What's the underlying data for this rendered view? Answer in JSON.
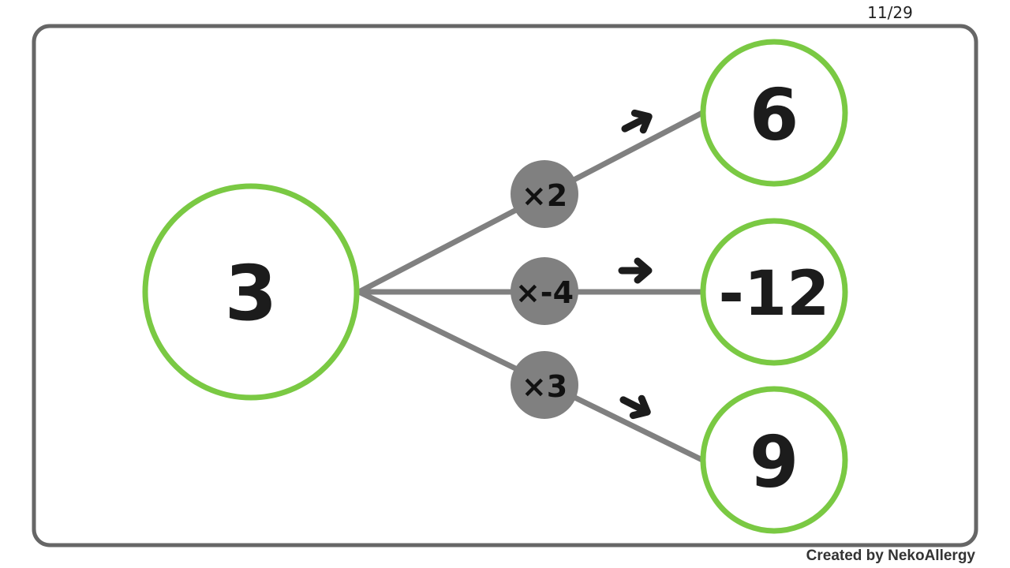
{
  "page_counter": "11/29",
  "credit": "Created by NekoAllergy",
  "colors": {
    "node_ring": "#7ac943",
    "connector": "#808080",
    "operator_bubble": "#808080",
    "frame": "#666666",
    "text": "#1c1c1c"
  },
  "source_node": {
    "value": "3"
  },
  "branches": [
    {
      "operator": "×2",
      "result": "6",
      "arrow_icon": "arrow-right-icon"
    },
    {
      "operator": "×-4",
      "result": "-12",
      "arrow_icon": "arrow-right-icon"
    },
    {
      "operator": "×3",
      "result": "9",
      "arrow_icon": "arrow-right-icon"
    }
  ]
}
